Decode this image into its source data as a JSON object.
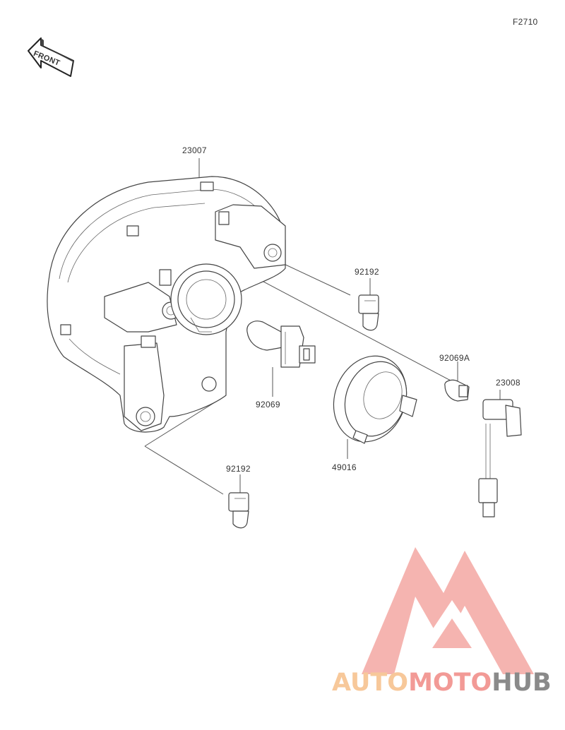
{
  "figure_code": "F2710",
  "front_marker": "FRONT",
  "parts": [
    {
      "label": "23007",
      "part": "headlight-assembly"
    },
    {
      "label": "92192",
      "part": "bulb-socket-upper"
    },
    {
      "label": "92069",
      "part": "headlight-bulb"
    },
    {
      "label": "92069A",
      "part": "position-bulb"
    },
    {
      "label": "23008",
      "part": "socket-with-wire"
    },
    {
      "label": "49016",
      "part": "dust-cover"
    },
    {
      "label": "92192",
      "part": "bulb-socket-lower"
    }
  ],
  "watermark": {
    "text_1": "AUTO",
    "text_2": "MOTO",
    "text_3": "HUB",
    "color_1": "#f7c89a",
    "color_2": "#f29a96",
    "color_3": "#8a8a8a"
  }
}
